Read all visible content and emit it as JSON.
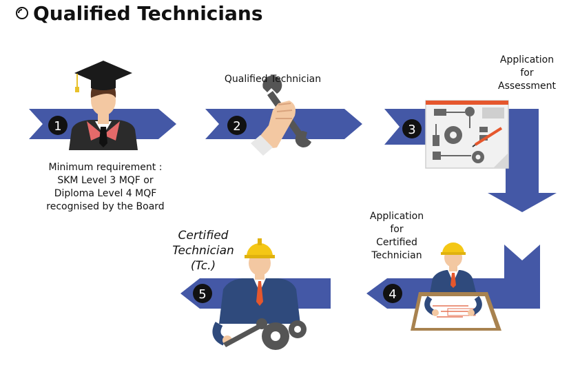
{
  "title": "Qualified Technicians",
  "colors": {
    "arrow": "#4458a6",
    "badge": "#111111",
    "skin": "#f3c8a2",
    "suit": "#2f4a7c",
    "helmet": "#f4c715",
    "gear": "#555555"
  },
  "steps": [
    {
      "number": "1",
      "label_lines": [
        "Minimum requirement :",
        "SKM Level 3 MQF or",
        "Diploma Level 4 MQF",
        "recognised by the Board"
      ],
      "icon": "graduate-icon"
    },
    {
      "number": "2",
      "label_lines": [
        "Qualified Technician"
      ],
      "icon": "wrench-hand-icon"
    },
    {
      "number": "3",
      "label_lines": [
        "Application",
        "for",
        "Assessment"
      ],
      "icon": "blueprint-icon"
    },
    {
      "number": "4",
      "label_lines": [
        "Application",
        "for",
        "Certified",
        "Technician"
      ],
      "icon": "engineer-drafting-icon"
    },
    {
      "number": "5",
      "label_lines": [
        "Certified",
        "Technician",
        "(Tc.)"
      ],
      "icon": "certified-engineer-icon"
    }
  ]
}
